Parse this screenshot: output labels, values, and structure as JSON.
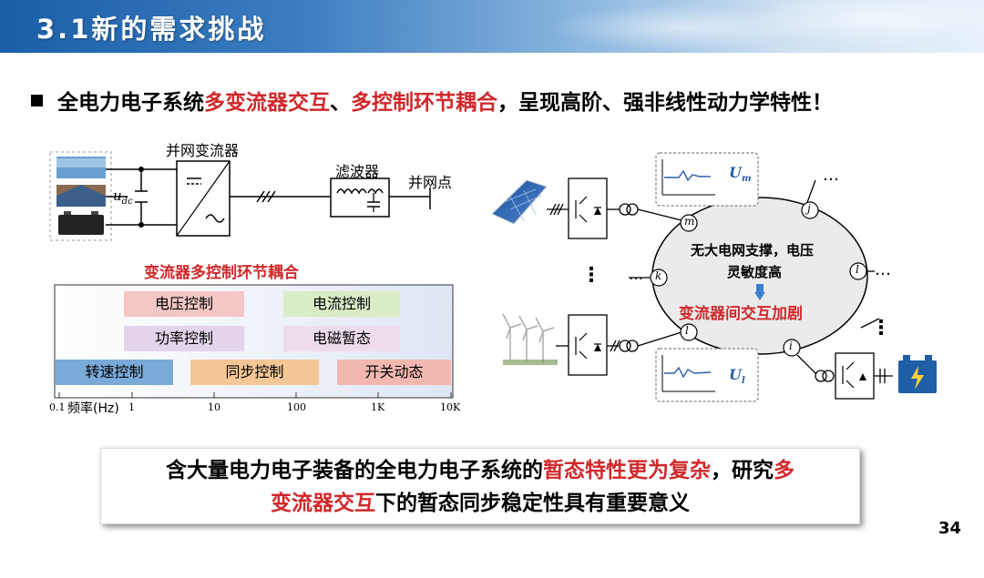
{
  "header": {
    "title": "3.1新的需求挑战"
  },
  "bullet": {
    "p1": "全电力电子系统",
    "p2": "多变流器交互",
    "p3": "、",
    "p4": "多控制环节耦合",
    "p5": "，呈现高阶、强非线性动力学特性！"
  },
  "left_diagram": {
    "grid_converter_label": "并网变流器",
    "filter_label": "滤波器",
    "pcc_label": "并网点",
    "udc_label": "u",
    "udc_sub": "dc"
  },
  "coupling": {
    "title": "变流器多控制环节耦合",
    "boxes": [
      {
        "label": "电压控制",
        "color": "#f4c6c6"
      },
      {
        "label": "电流控制",
        "color": "#d9ecc6"
      },
      {
        "label": "功率控制",
        "color": "#e3d4ec"
      },
      {
        "label": "电磁暂态",
        "color": "#ecdcec"
      },
      {
        "label": "转速控制",
        "color": "#7aaad8"
      },
      {
        "label": "同步控制",
        "color": "#f6c796"
      },
      {
        "label": "开关动态",
        "color": "#f2b8b0"
      }
    ],
    "axis": {
      "label": "频率(Hz)",
      "ticks": [
        "0.1",
        "1",
        "10",
        "100",
        "1K",
        "10K"
      ]
    }
  },
  "network": {
    "center_text_1": "无大电网支撑，电压",
    "center_text_2": "灵敏度高",
    "center_text_3": "变流器间交互加剧",
    "nodes": [
      "m",
      "j",
      "k",
      "l",
      "l",
      "i"
    ],
    "um_label": "U",
    "um_sub": "m",
    "ul_label": "U",
    "ul_sub": "l",
    "ellipsis": "…",
    "vdots": "⋮"
  },
  "conclusion": {
    "l1_a": "含大量电力电子装备的全电力电子系统的",
    "l1_b": "暂态特性更为复杂",
    "l1_c": "，研究",
    "l1_d": "多",
    "l2_a": "变流器交互",
    "l2_b": "下的暂态同步稳定性具有重要意义"
  },
  "page_number": "34",
  "colors": {
    "accent_red": "#d0282a",
    "header_blue": "#1b5fa8"
  }
}
